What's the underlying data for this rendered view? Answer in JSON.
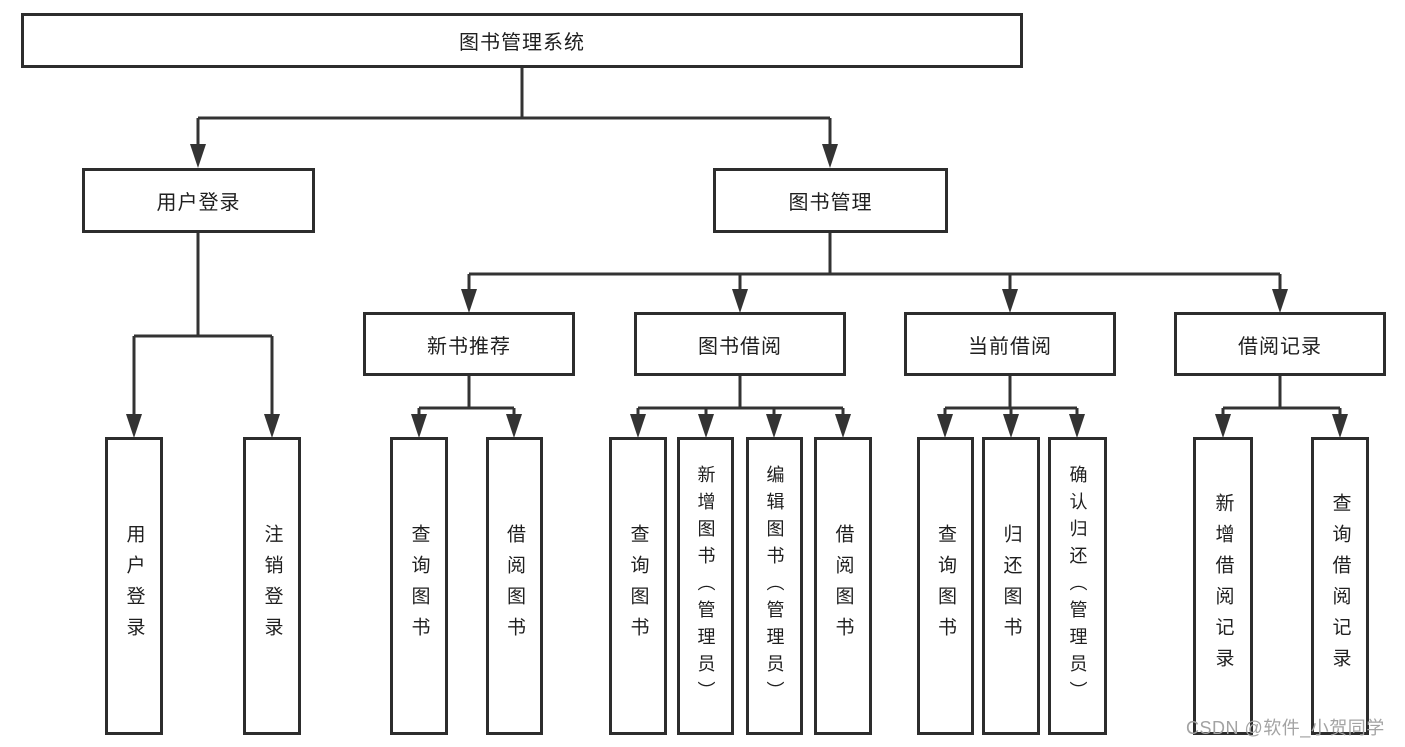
{
  "title_box": {
    "label": "图书管理系统"
  },
  "branches": [
    {
      "label": "用户登录",
      "children": [
        {
          "label": "用户登录"
        },
        {
          "label": "注销登录"
        }
      ]
    },
    {
      "label": "图书管理",
      "children": [
        {
          "label": "新书推荐",
          "children": [
            {
              "label": "查询图书"
            },
            {
              "label": "借阅图书"
            }
          ]
        },
        {
          "label": "图书借阅",
          "children": [
            {
              "label": "查询图书"
            },
            {
              "label": "新增图书（管理员）"
            },
            {
              "label": "编辑图书（管理员）"
            },
            {
              "label": "借阅图书"
            }
          ]
        },
        {
          "label": "当前借阅",
          "children": [
            {
              "label": "查询图书"
            },
            {
              "label": "归还图书"
            },
            {
              "label": "确认归还（管理员）"
            }
          ]
        },
        {
          "label": "借阅记录",
          "children": [
            {
              "label": "新增借阅记录"
            },
            {
              "label": "查询借阅记录"
            }
          ]
        }
      ]
    }
  ],
  "watermark": {
    "text": "CSDN @软件_小贺同学"
  },
  "colors": {
    "line": "#333333",
    "box_border": "#2d2d2d",
    "text": "#1f1f1f",
    "watermark": "#a3a3a3",
    "background": "#ffffff"
  }
}
